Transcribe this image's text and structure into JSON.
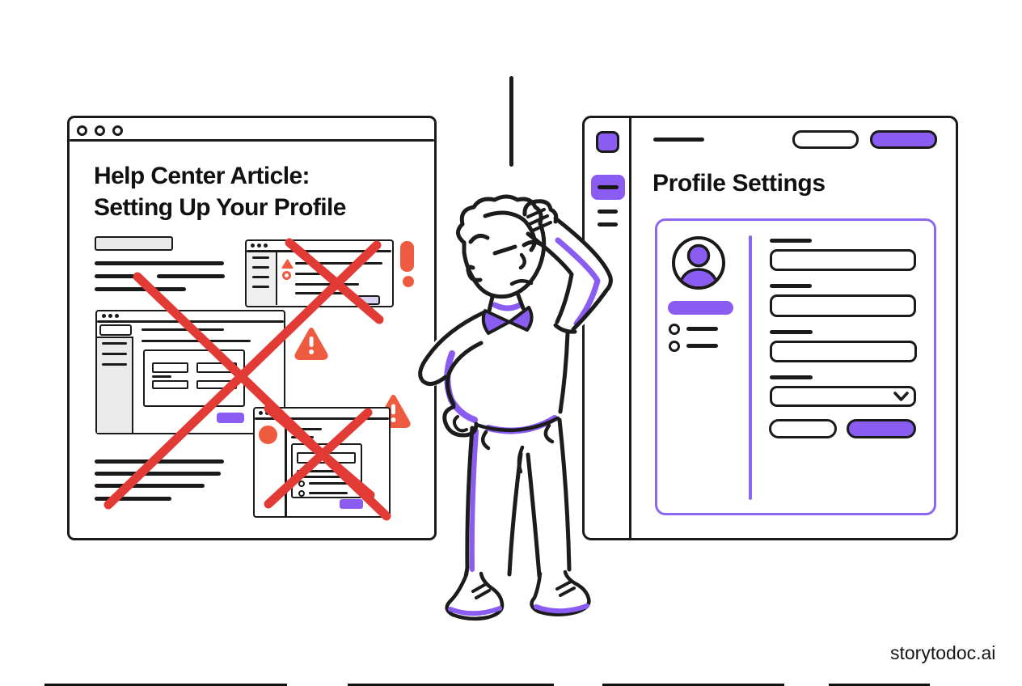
{
  "brand": {
    "watermark": "storytodoc.ai"
  },
  "colors": {
    "accent_purple": "#8A5CF1",
    "panel_border_purple": "#8C67F2",
    "lavender": "#D9D2F4",
    "alert_red": "#E23B35",
    "warning_orange": "#EE5B40",
    "ink": "#1A1A1A",
    "panel_gray": "#E9E9E9"
  },
  "left_window": {
    "type": "browser-window",
    "title_line1": "Help Center Article:",
    "title_line2": "Setting Up Your Profile",
    "window_dot_count": 3,
    "crossed_out_screenshot_count": 3,
    "warning_triangle_count": 2,
    "exclamation_mark_count": 1
  },
  "character": {
    "pose": "confused-person-scratching-head"
  },
  "right_window": {
    "type": "app-window",
    "heading": "Profile Settings",
    "sidebar_item_count": 4,
    "header_button_count": 2,
    "form": {
      "field_count": 4,
      "has_dropdown": true,
      "radio_option_count": 2,
      "footer_button_count": 2
    }
  }
}
